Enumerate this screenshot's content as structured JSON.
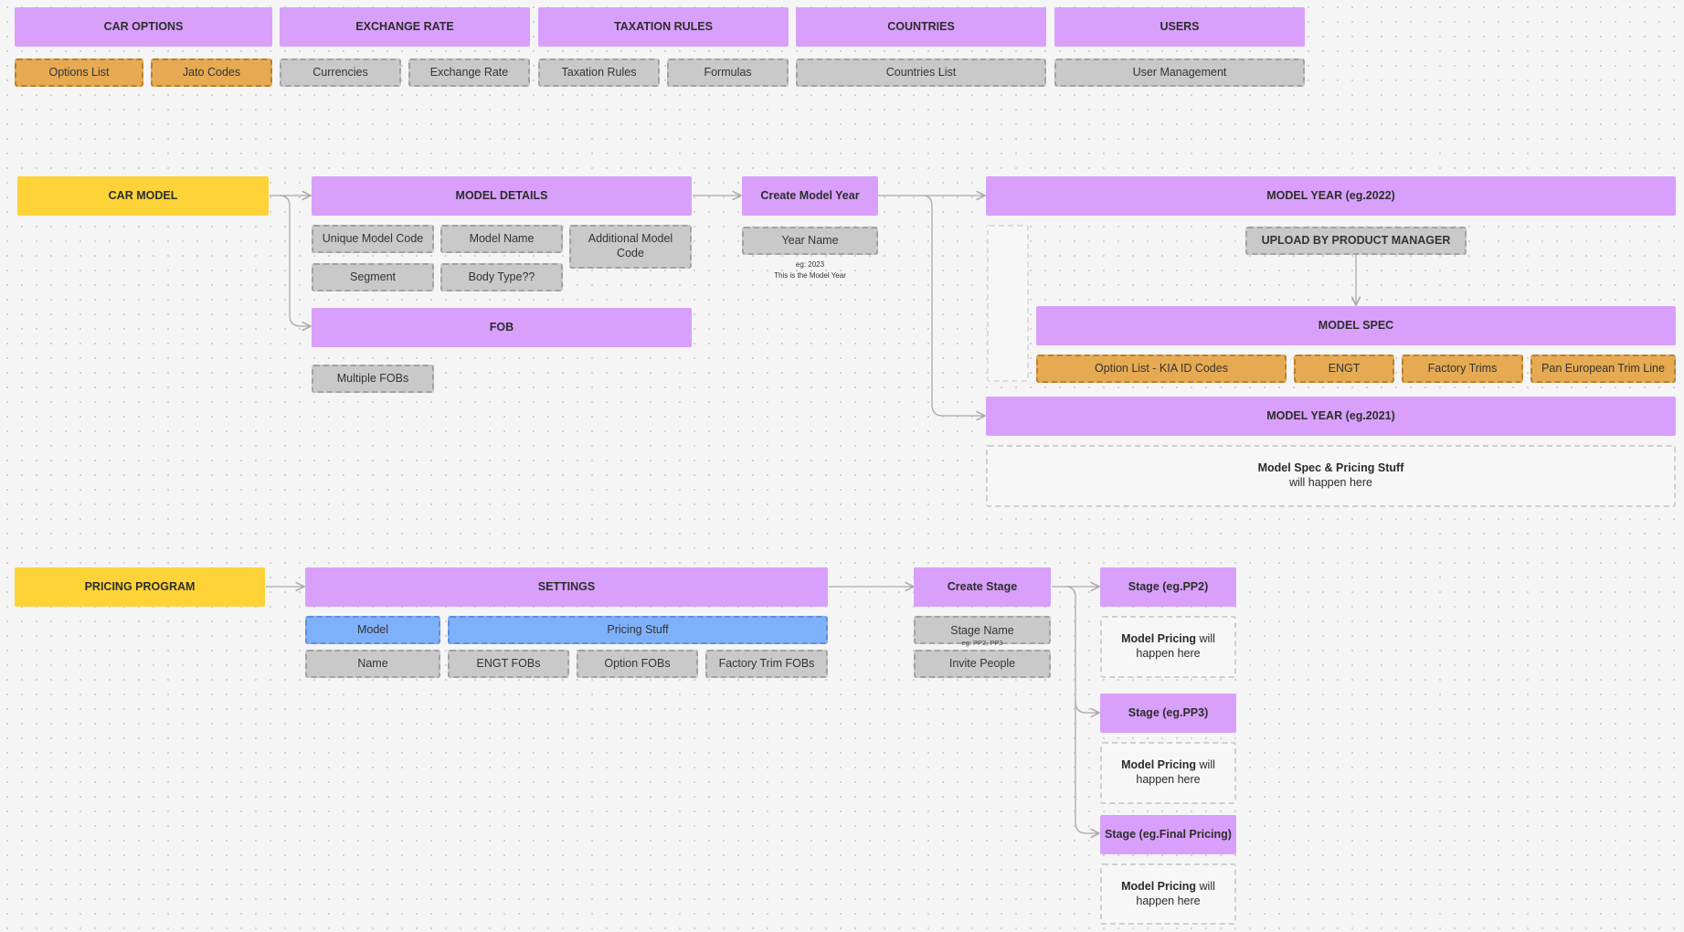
{
  "colors": {
    "header": "#d8a0fb",
    "root": "#fdd338",
    "option_item": "#e6aa52",
    "item": "#c9c9c9",
    "highlight_item": "#7fb1fb",
    "connector": "#a9a9a9"
  },
  "top_sections": {
    "car_options": {
      "title": "CAR OPTIONS",
      "items": [
        "Options List",
        "Jato Codes"
      ]
    },
    "exchange_rate": {
      "title": "EXCHANGE RATE",
      "items": [
        "Currencies",
        "Exchange Rate"
      ]
    },
    "taxation_rules": {
      "title": "TAXATION RULES",
      "items": [
        "Taxation Rules",
        "Formulas"
      ]
    },
    "countries": {
      "title": "COUNTRIES",
      "items": [
        "Countries List"
      ]
    },
    "users": {
      "title": "USERS",
      "items": [
        "User Management"
      ]
    }
  },
  "car_model": {
    "root": "CAR MODEL",
    "model_details": {
      "title": "MODEL DETAILS",
      "items": [
        "Unique Model Code",
        "Model Name",
        "Additional Model Code",
        "Segment",
        "Body Type??"
      ]
    },
    "fob": {
      "title": "FOB",
      "items": [
        "Multiple FOBs"
      ]
    },
    "create_model_year": {
      "title": "Create Model Year",
      "item": "Year Name",
      "note_line1": "eg: 2023",
      "note_line2": "This is the Model Year"
    },
    "model_year_2022": {
      "title": "MODEL YEAR (eg.2022)",
      "upload": "UPLOAD BY PRODUCT MANAGER",
      "model_spec": {
        "title": "MODEL SPEC",
        "items": [
          "Option List - KIA ID Codes",
          "ENGT",
          "Factory Trims",
          "Pan European Trim Line"
        ]
      }
    },
    "model_year_2021": {
      "title": "MODEL YEAR (eg.2021)",
      "placeholder_bold": "Model Spec & Pricing Stuff",
      "placeholder_rest": "will happen here"
    }
  },
  "pricing_program": {
    "root": "PRICING PROGRAM",
    "settings": {
      "title": "SETTINGS",
      "model": "Model",
      "pricing_stuff": "Pricing Stuff",
      "items": [
        "Name",
        "ENGT FOBs",
        "Option FOBs",
        "Factory Trim FOBs"
      ]
    },
    "create_stage": {
      "title": "Create Stage",
      "stage_name": "Stage Name",
      "stage_name_note": "eg: PP2, PP3",
      "invite": "Invite People"
    },
    "stages": [
      {
        "title": "Stage (eg.PP2)",
        "bold": "Model Pricing",
        "text1": " will",
        "text2": "happen here"
      },
      {
        "title": "Stage (eg.PP3)",
        "bold": "Model Pricing",
        "text1": " will",
        "text2": "happen here"
      },
      {
        "title": "Stage (eg.Final Pricing)",
        "bold": "Model Pricing",
        "text1": " will",
        "text2": "happen here"
      }
    ]
  }
}
